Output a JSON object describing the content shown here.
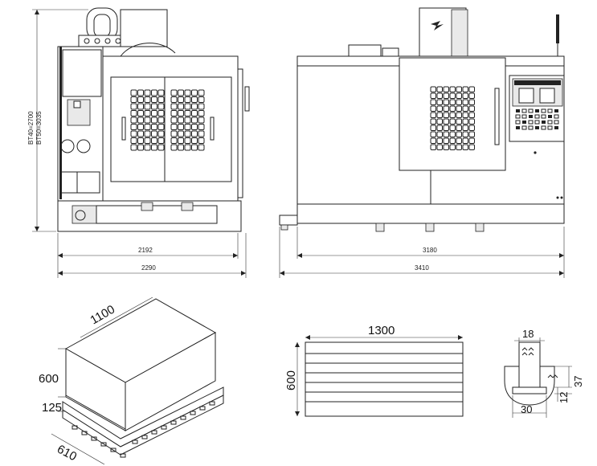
{
  "dimensions": {
    "height_bt40": "BT40=2700",
    "height_bt50": "BT50=3035",
    "side_depth_inner": "2192",
    "side_depth_outer": "2290",
    "front_width_inner": "3180",
    "front_width_outer": "3410",
    "crate_length": "1100",
    "crate_height": "600",
    "crate_base_height": "125",
    "crate_width": "610",
    "table_length": "1300",
    "table_width": "600",
    "slot_width_top": "18",
    "slot_depth": "37",
    "slot_neck": "12",
    "slot_width_bottom": "30"
  }
}
